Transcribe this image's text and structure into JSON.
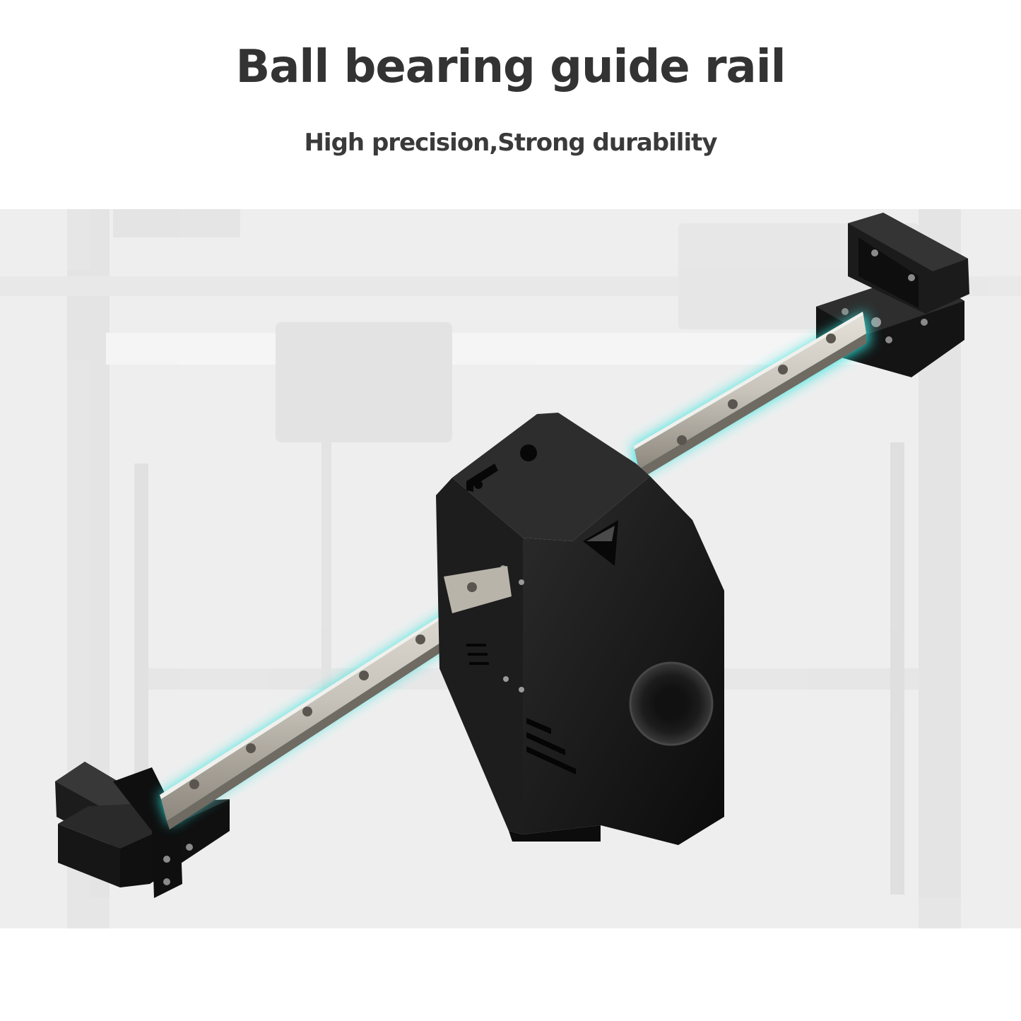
{
  "header": {
    "title": "Ball bearing guide rail",
    "subtitle": "High precision,Strong durability"
  },
  "scene": {
    "background_color": "#eeeeee",
    "glow_color": "#2ee6e0",
    "rail_color": "#c9c4bb",
    "carriage_color": "#151515",
    "subject": "linear-guide-rail-with-print-head-carriage"
  }
}
